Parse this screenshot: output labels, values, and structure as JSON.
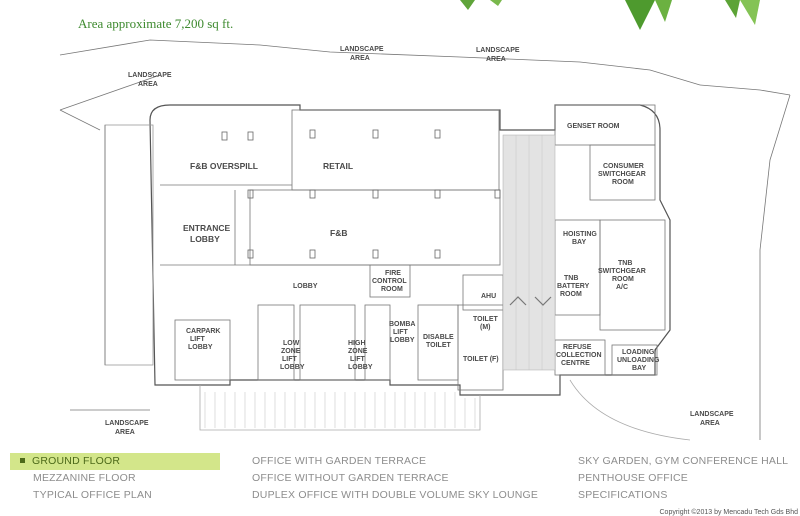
{
  "header": {
    "area_text": "Area approximate 7,200 sq ft."
  },
  "plan_labels": {
    "landscape_area": [
      "LANDSCAPE",
      "AREA"
    ],
    "fb_overspill": "F&B OVERSPILL",
    "retail": "RETAIL",
    "fb": "F&B",
    "entrance_lobby": [
      "ENTRANCE",
      "LOBBY"
    ],
    "lobby": "LOBBY",
    "fire_control": [
      "FIRE",
      "CONTROL",
      "ROOM"
    ],
    "ahu": "AHU",
    "carpark_lift": [
      "CARPARK",
      "LIFT",
      "LOBBY"
    ],
    "low_zone": [
      "LOW",
      "ZONE",
      "LIFT",
      "LOBBY"
    ],
    "high_zone": [
      "HIGH",
      "ZONE",
      "LIFT",
      "LOBBY"
    ],
    "bomba_lift": [
      "BOMBA",
      "LIFT",
      "LOBBY"
    ],
    "disable_toilet": [
      "DISABLE",
      "TOILET"
    ],
    "toilet_m": [
      "TOILET",
      "(M)"
    ],
    "toilet_f": "TOILET (F)",
    "genset": "GENSET ROOM",
    "consumer_switch": [
      "CONSUMER",
      "SWITCHGEAR",
      "ROOM"
    ],
    "hoisting_bay": [
      "HOISTING",
      "BAY"
    ],
    "tnb_battery": [
      "TNB",
      "BATTERY",
      "ROOM"
    ],
    "tnb_switch": [
      "TNB",
      "SWITCHGEAR",
      "ROOM",
      "A/C"
    ],
    "refuse": [
      "REFUSE",
      "COLLECTION",
      "CENTRE"
    ],
    "loading": [
      "LOADING/",
      "UNLOADING",
      "BAY"
    ]
  },
  "nav": {
    "col1": [
      "GROUND FLOOR",
      "MEZZANINE FLOOR",
      "TYPICAL OFFICE PLAN"
    ],
    "col2": [
      "OFFICE WITH GARDEN TERRACE",
      "OFFICE WITHOUT GARDEN TERRACE",
      "DUPLEX OFFICE WITH DOUBLE VOLUME SKY LOUNGE"
    ],
    "col3": [
      "SKY GARDEN, GYM CONFERENCE HALL",
      "PENTHOUSE OFFICE",
      "SPECIFICATIONS"
    ],
    "active": "GROUND FLOOR"
  },
  "footer": {
    "copyright": "Copyright ©2013 by Mencadu Tech Gds Bhd"
  },
  "colors": {
    "accent_green": "#3e8a2f",
    "active_bg": "#d3e68a",
    "nav_text": "#8d8d8d"
  }
}
